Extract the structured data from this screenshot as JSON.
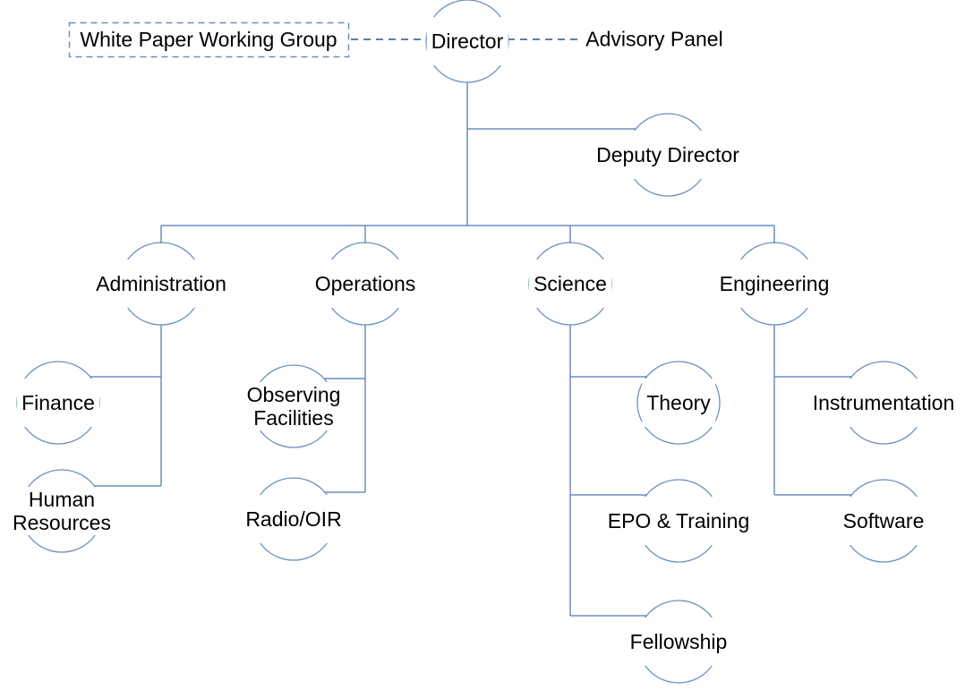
{
  "diagram": {
    "type": "org-chart",
    "colors": {
      "line": "#6c8ebf",
      "dashed_link": "#5b7fae",
      "text": "#000000",
      "background": "#ffffff"
    },
    "nodes": {
      "white_paper": {
        "label": "White Paper Working Group",
        "shape": "dashed-rectangle"
      },
      "advisory": {
        "label": "Advisory Panel",
        "shape": "text"
      },
      "director": {
        "label": "Director",
        "shape": "circle"
      },
      "deputy": {
        "label": "Deputy Director",
        "shape": "circle"
      },
      "administration": {
        "label": "Administration",
        "shape": "circle"
      },
      "operations": {
        "label": "Operations",
        "shape": "circle"
      },
      "science": {
        "label": "Science",
        "shape": "circle"
      },
      "engineering": {
        "label": "Engineering",
        "shape": "circle"
      },
      "finance": {
        "label": "Finance",
        "shape": "circle"
      },
      "human_resources": {
        "label": "Human\nResources",
        "shape": "circle"
      },
      "observing_facilities": {
        "label": "Observing\nFacilities",
        "shape": "circle"
      },
      "radio_oir": {
        "label": "Radio/OIR",
        "shape": "circle"
      },
      "theory": {
        "label": "Theory",
        "shape": "circle"
      },
      "epo_training": {
        "label": "EPO & Training",
        "shape": "circle"
      },
      "fellowship": {
        "label": "Fellowship",
        "shape": "circle"
      },
      "instrumentation": {
        "label": "Instrumentation",
        "shape": "circle"
      },
      "software": {
        "label": "Software",
        "shape": "circle"
      }
    },
    "hierarchy": {
      "director": [
        "deputy",
        "administration",
        "operations",
        "science",
        "engineering"
      ],
      "administration": [
        "finance",
        "human_resources"
      ],
      "operations": [
        "observing_facilities",
        "radio_oir"
      ],
      "science": [
        "theory",
        "epo_training",
        "fellowship"
      ],
      "engineering": [
        "instrumentation",
        "software"
      ],
      "dashed_links": [
        [
          "white_paper",
          "director"
        ],
        [
          "director",
          "advisory"
        ]
      ]
    }
  }
}
